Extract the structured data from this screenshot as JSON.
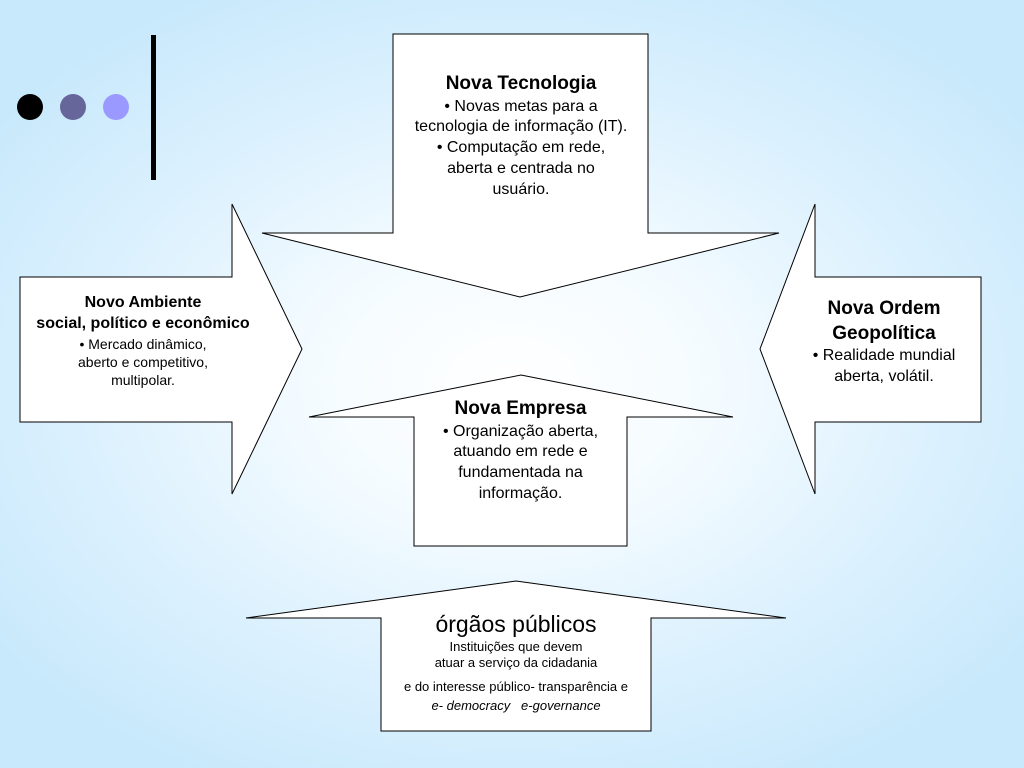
{
  "decor": {
    "dot_colors": [
      "#000000",
      "#66669a",
      "#9999ff"
    ]
  },
  "shapes": {
    "top": {
      "title": "Nova Tecnologia",
      "lines": [
        "• Novas metas para a",
        "tecnologia de informação (IT).",
        "• Computação em rede,",
        "aberta e centrada no",
        "usuário."
      ]
    },
    "left": {
      "title_lines": [
        "Novo Ambiente",
        "social, político e econômico"
      ],
      "lines": [
        "• Mercado dinâmico,",
        "aberto e competitivo,",
        "multipolar."
      ]
    },
    "right": {
      "title_lines": [
        "Nova Ordem",
        "Geopolítica"
      ],
      "lines": [
        "• Realidade mundial",
        "aberta, volátil."
      ]
    },
    "center": {
      "title": "Nova Empresa",
      "lines": [
        "• Organização aberta,",
        "atuando em rede e",
        "fundamentada na",
        "informação."
      ]
    },
    "bottom": {
      "title": "órgãos públicos",
      "lines": [
        "Instituições que devem",
        "atuar a serviço da cidadania"
      ],
      "line3": "e do interesse público- transparência e",
      "line4_a": "e- democracy",
      "line4_b": "e-governance"
    }
  }
}
